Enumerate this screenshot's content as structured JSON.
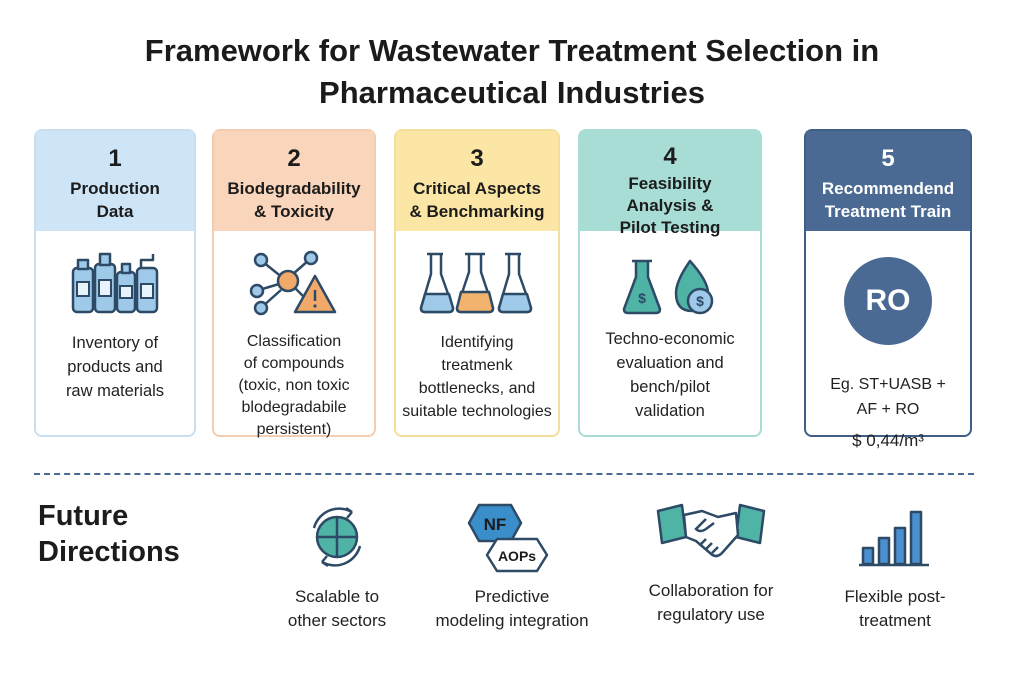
{
  "title": {
    "line1": "Framework for Wastewater Treatment Selection in",
    "line2": "Pharmaceutical Industries"
  },
  "steps": [
    {
      "number": "1",
      "heading": "Production\nData",
      "description": "Inventory of\nproducts and\nraw materials",
      "icon": "bottles-icon"
    },
    {
      "number": "2",
      "heading": "Biodegradability\n& Toxicity",
      "description": "Classification\nof compounds\n (toxic, non toxic\nblodegradabile\npersistent)",
      "icon": "molecule-warning-icon"
    },
    {
      "number": "3",
      "heading": "Critical Aspects\n& Benchmarking",
      "description": "Identifying\ntreatmenk\nbottlenecks, and\nsuitable technologies",
      "icon": "flasks-icon"
    },
    {
      "number": "4",
      "heading": "Feasibility\nAnalysis &\nPilot Testing",
      "description": "Techno-economic\nevaluation and\nbench/pilot\nvalidation",
      "icon": "flask-money-icon"
    },
    {
      "number": "5",
      "heading": "Recommendend\nTreatment Train",
      "badge": "RO",
      "description": "Eg. ST+UASB +\nAF + RO",
      "price": "$ 0,44/m³"
    }
  ],
  "future": {
    "title": "Future\nDirections",
    "items": [
      {
        "label": "Scalable to\nother sectors",
        "icon": "globe-cycle-icon"
      },
      {
        "label": "Predictive\nmodeling integration",
        "icon": "nf-aops-hexagon-icon",
        "badge1": "NF",
        "badge2": "AOPs"
      },
      {
        "label": "Collaboration for\nregulatory use",
        "icon": "handshake-icon"
      },
      {
        "label": "Flexible post-\ntreatment",
        "icon": "bar-chart-icon"
      }
    ]
  },
  "colors": {
    "step1": "#cde5f7",
    "step2": "#f8d5bb",
    "step3": "#fbe6a6",
    "step4": "#a8ddd6",
    "step5": "#4a6a93",
    "accent": "#4a6a93"
  }
}
